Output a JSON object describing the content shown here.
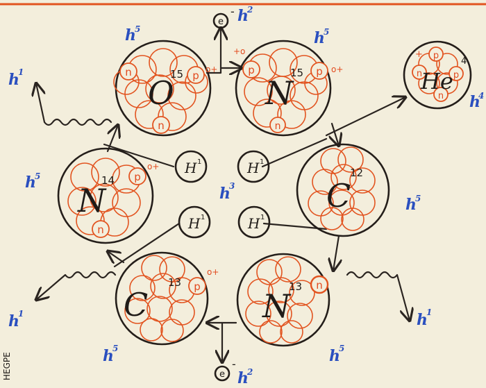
{
  "colors": {
    "ink": "#2a2420",
    "nucleon": "#e25420",
    "energy": "#2a4fbf",
    "paper": "#f3eedc"
  },
  "nuclei": {
    "o15": {
      "symbol": "O",
      "mass": "15",
      "p": "p",
      "n1": "n",
      "n2": "n",
      "charge": "o+"
    },
    "n15": {
      "symbol": "N",
      "mass": "15",
      "p1": "p",
      "p2": "p",
      "n": "n",
      "charge1": "+o",
      "charge2": "o+"
    },
    "he4": {
      "symbol": "He",
      "mass": "4",
      "p1": "p",
      "p2": "p",
      "n1": "n",
      "n2": "n",
      "charge": "+"
    },
    "c12": {
      "symbol": "C",
      "mass": "12"
    },
    "n14": {
      "symbol": "N",
      "mass": "14",
      "p": "p",
      "n": "n",
      "charge": "o+"
    },
    "c13": {
      "symbol": "C",
      "mass": "13",
      "p": "p",
      "charge": "o+"
    },
    "n13": {
      "symbol": "N",
      "mass": "13",
      "n": "n"
    }
  },
  "protons": [
    "H",
    "H",
    "H",
    "H"
  ],
  "proton_mass": "1",
  "electron": "e",
  "electron_sign": "-",
  "energy": {
    "h_letter": "h",
    "top_e": "2",
    "bottom_e": "2",
    "o15": "5",
    "n15": "5",
    "he": "4",
    "left_n14": "5",
    "center": "3",
    "right_c12": "5",
    "c13": "5",
    "n13": "5",
    "photon_left_top": "1",
    "photon_left_bottom": "1",
    "photon_right_bottom": "1"
  },
  "margin_text": "HEGPE"
}
